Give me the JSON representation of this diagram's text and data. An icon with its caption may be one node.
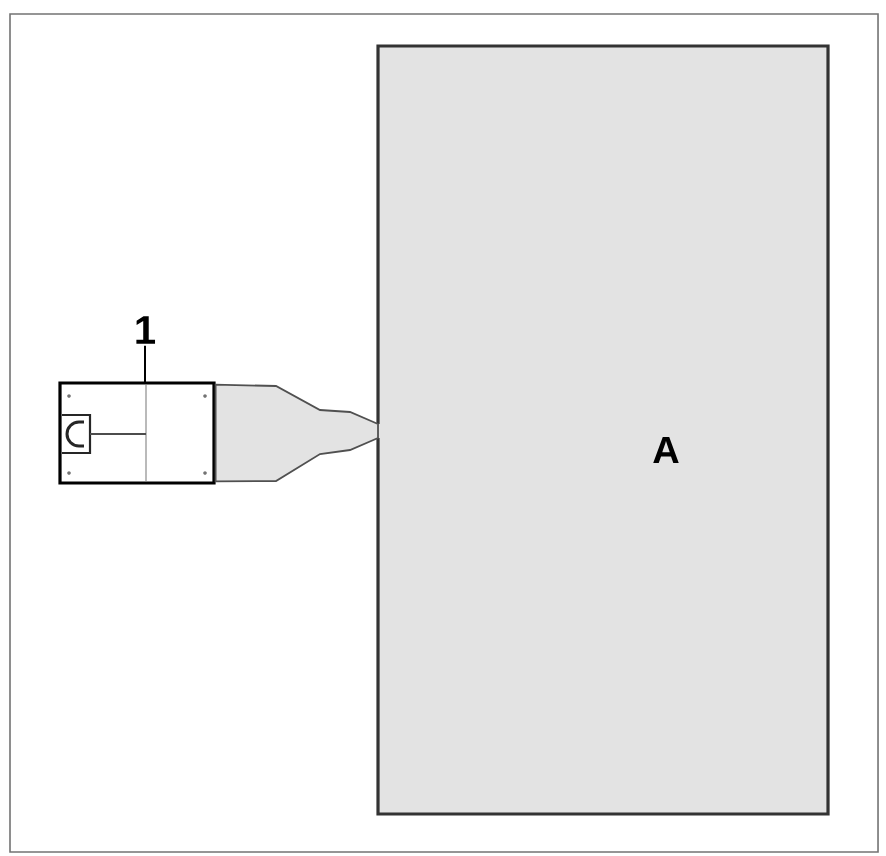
{
  "diagram": {
    "nodes": [
      {
        "text": [
          "1"
        ]
      },
      {
        "text": [],
        "shape": "box"
      },
      {
        "text": [
          "A"
        ]
      }
    ],
    "edges": [
      {
        "from": 0,
        "to": 1,
        "arrow": "none"
      },
      {
        "from": 1,
        "to": 2,
        "arrow": "none"
      }
    ]
  }
}
